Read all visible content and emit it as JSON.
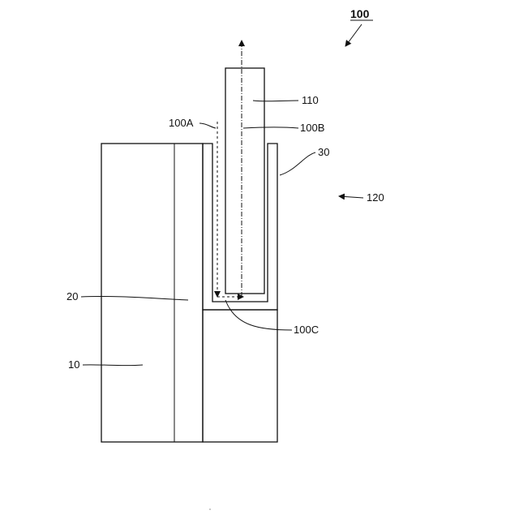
{
  "figure": {
    "labels": {
      "ref_100": "100",
      "ref_110": "110",
      "ref_100A": "100A",
      "ref_100B": "100B",
      "ref_30": "30",
      "ref_120": "120",
      "ref_20": "20",
      "ref_100C": "100C",
      "ref_10": "10"
    },
    "colors": {
      "line": "#111111",
      "background": "#ffffff"
    }
  }
}
